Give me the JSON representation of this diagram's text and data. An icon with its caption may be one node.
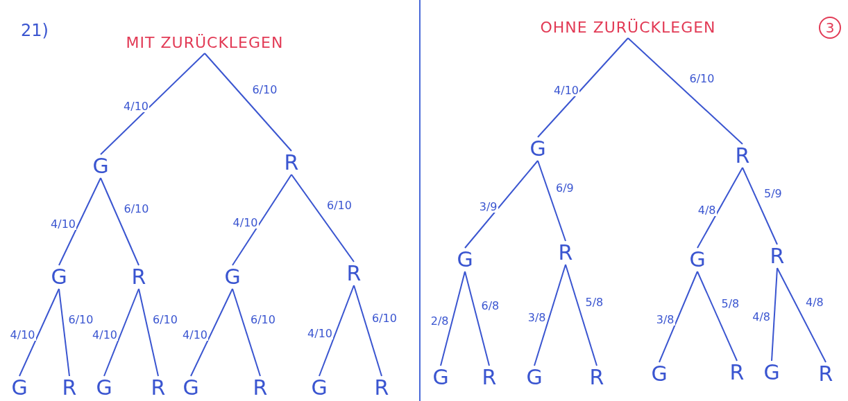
{
  "diagram": {
    "nodes": [
      {
        "text": [
          "MIT ZURÜCKLEGEN"
        ]
      },
      {
        "text": [
          "G"
        ]
      },
      {
        "text": [
          "R"
        ]
      },
      {
        "text": [
          "G"
        ]
      },
      {
        "text": [
          "R"
        ]
      },
      {
        "text": [
          "G"
        ]
      },
      {
        "text": [
          "R"
        ]
      },
      {
        "text": [
          "G"
        ]
      },
      {
        "text": [
          "R"
        ]
      },
      {
        "text": [
          "G"
        ]
      },
      {
        "text": [
          "R"
        ]
      },
      {
        "text": [
          "G"
        ]
      },
      {
        "text": [
          "R"
        ]
      },
      {
        "text": [
          "G"
        ]
      },
      {
        "text": [
          "R"
        ]
      },
      {
        "text": [
          "OHNE ZURÜCKLEGEN"
        ]
      },
      {
        "text": [
          "G"
        ]
      },
      {
        "text": [
          "R"
        ]
      },
      {
        "text": [
          "G"
        ]
      },
      {
        "text": [
          "R"
        ]
      },
      {
        "text": [
          "G"
        ]
      },
      {
        "text": [
          "R"
        ]
      },
      {
        "text": [
          "G"
        ]
      },
      {
        "text": [
          "R"
        ]
      },
      {
        "text": [
          "G"
        ]
      },
      {
        "text": [
          "R"
        ]
      },
      {
        "text": [
          "G"
        ]
      },
      {
        "text": [
          "R"
        ]
      },
      {
        "text": [
          "G"
        ]
      },
      {
        "text": [
          "R"
        ]
      }
    ],
    "edges": [
      {
        "from": 0,
        "to": 1,
        "arrow": "none",
        "label": "4/10"
      },
      {
        "from": 0,
        "to": 2,
        "arrow": "none",
        "label": "6/10"
      },
      {
        "from": 1,
        "to": 3,
        "arrow": "none",
        "label": "4/10"
      },
      {
        "from": 1,
        "to": 4,
        "arrow": "none",
        "label": "6/10"
      },
      {
        "from": 2,
        "to": 5,
        "arrow": "none",
        "label": "4/10"
      },
      {
        "from": 2,
        "to": 6,
        "arrow": "none",
        "label": "6/10"
      },
      {
        "from": 3,
        "to": 7,
        "arrow": "none",
        "label": "4/10"
      },
      {
        "from": 3,
        "to": 8,
        "arrow": "none",
        "label": "6/10"
      },
      {
        "from": 4,
        "to": 9,
        "arrow": "none",
        "label": "4/10"
      },
      {
        "from": 4,
        "to": 10,
        "arrow": "none",
        "label": "6/10"
      },
      {
        "from": 5,
        "to": 11,
        "arrow": "none",
        "label": "4/10"
      },
      {
        "from": 5,
        "to": 12,
        "arrow": "none",
        "label": "6/10"
      },
      {
        "from": 6,
        "to": 13,
        "arrow": "none",
        "label": "4/10"
      },
      {
        "from": 6,
        "to": 14,
        "arrow": "none",
        "label": "6/10"
      },
      {
        "from": 15,
        "to": 16,
        "arrow": "none",
        "label": "4/10"
      },
      {
        "from": 15,
        "to": 17,
        "arrow": "none",
        "label": "6/10"
      },
      {
        "from": 16,
        "to": 18,
        "arrow": "none",
        "label": "3/9"
      },
      {
        "from": 16,
        "to": 19,
        "arrow": "none",
        "label": "6/9"
      },
      {
        "from": 17,
        "to": 20,
        "arrow": "none",
        "label": "4/8"
      },
      {
        "from": 17,
        "to": 21,
        "arrow": "none",
        "label": "5/9"
      },
      {
        "from": 18,
        "to": 22,
        "arrow": "none",
        "label": "2/8"
      },
      {
        "from": 18,
        "to": 23,
        "arrow": "none",
        "label": "6/8"
      },
      {
        "from": 19,
        "to": 24,
        "arrow": "none",
        "label": "3/8"
      },
      {
        "from": 19,
        "to": 25,
        "arrow": "none",
        "label": "5/8"
      },
      {
        "from": 20,
        "to": 26,
        "arrow": "none",
        "label": "3/8"
      },
      {
        "from": 20,
        "to": 27,
        "arrow": "none",
        "label": "5/8"
      },
      {
        "from": 21,
        "to": 28,
        "arrow": "none",
        "label": "4/8"
      },
      {
        "from": 21,
        "to": 29,
        "arrow": "none",
        "label": "4/8"
      }
    ],
    "labels": [
      "21)",
      "3"
    ]
  }
}
